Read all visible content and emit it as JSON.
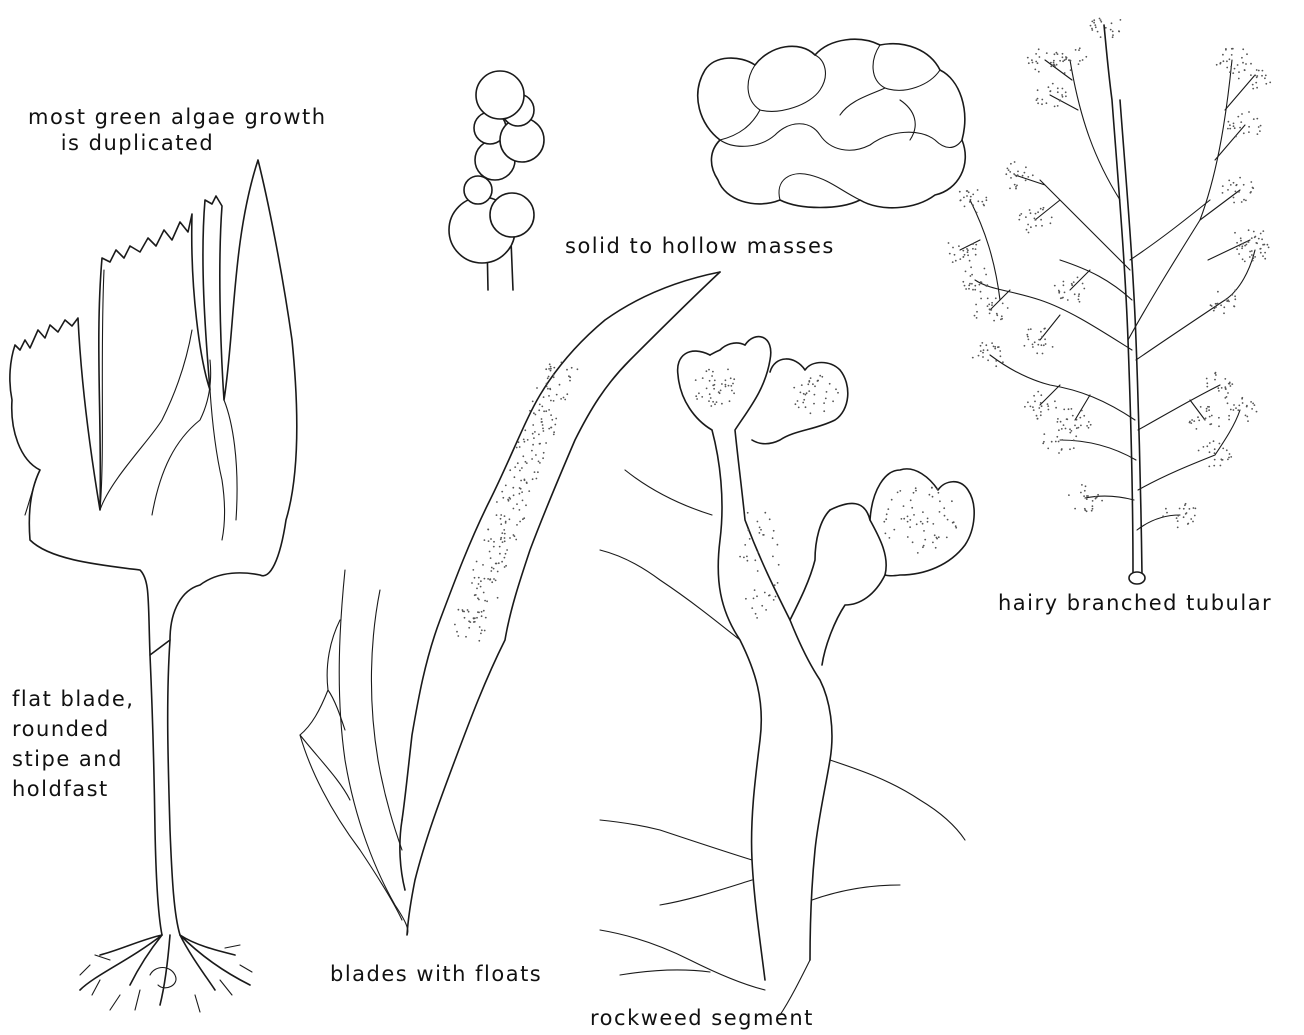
{
  "labels": {
    "green_algae_note": "most green algae growth\n    is duplicated",
    "masses": "solid to hollow masses",
    "hairy": "hairy branched tubular",
    "flat_blade": "flat blade,\nrounded\nstipe and\nholdfast",
    "blades_floats": "blades with floats",
    "rockweed": "rockweed segment"
  },
  "colors": {
    "ink": "#1a1a1a",
    "paper": "#ffffff",
    "stipple": "#555555"
  }
}
